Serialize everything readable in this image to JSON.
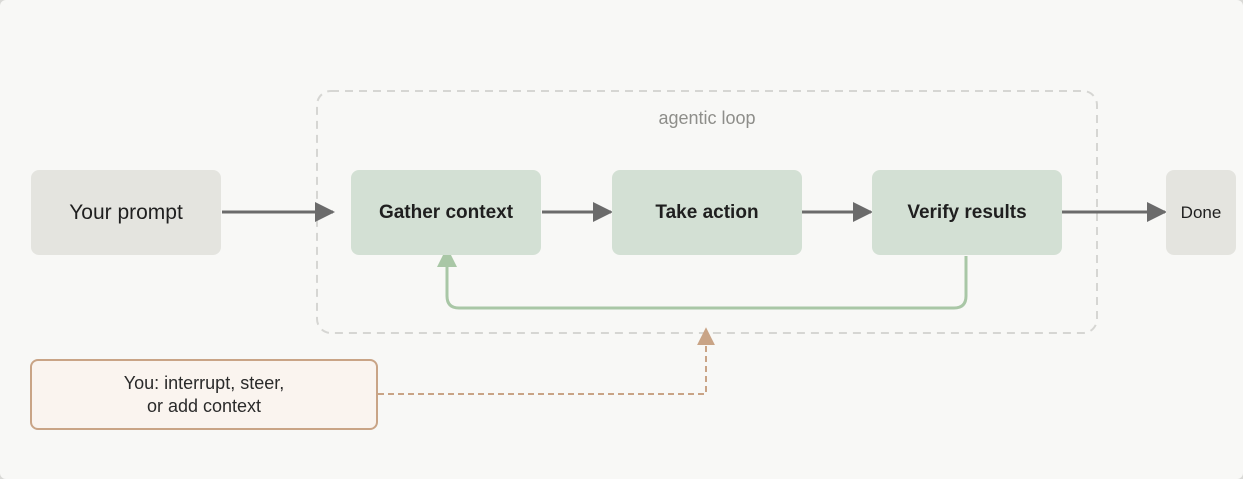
{
  "loop": {
    "title": "agentic loop"
  },
  "nodes": {
    "prompt": "Your prompt",
    "gather": "Gather context",
    "take": "Take action",
    "verify": "Verify results",
    "done": "Done"
  },
  "user": {
    "line1": "You: interrupt, steer,",
    "line2": "or add context"
  },
  "colors": {
    "background": "#f8f8f6",
    "neutral_box": "#e4e4df",
    "step_box": "#d3e0d4",
    "loop_arrow": "#a9c7a6",
    "flow_arrow": "#6b6b6b",
    "user_border": "#c9a486",
    "user_fill": "#faf4ef",
    "dashed_border": "#d6d6d3"
  }
}
